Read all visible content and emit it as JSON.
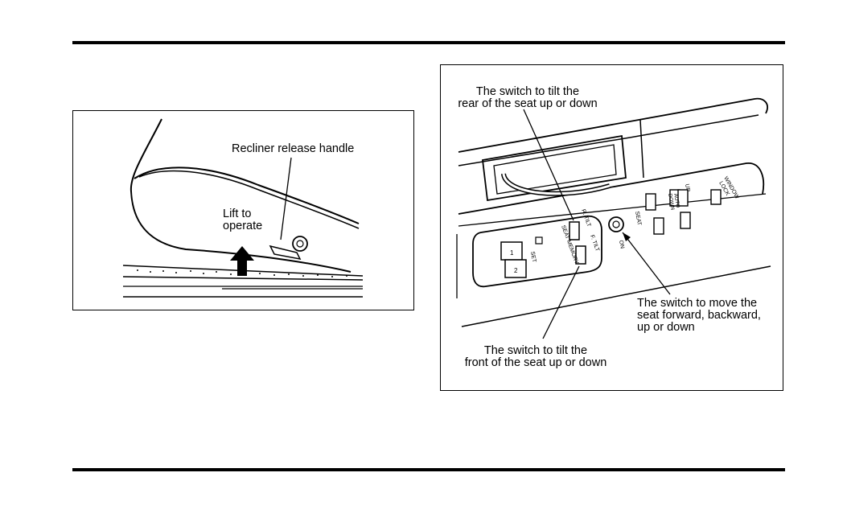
{
  "recliner_figure": {
    "handle_label": "Recliner release handle",
    "lift_label": [
      "Lift to",
      "operate"
    ]
  },
  "seat_control_figure": {
    "rear_tilt_callout": [
      "The switch to tilt the",
      "rear of the seat up or down"
    ],
    "front_tilt_callout": [
      "The switch to tilt the",
      "front of the seat up or down"
    ],
    "power_seat_callout": [
      "The switch to move the",
      "seat forward, backward,",
      "up or down"
    ],
    "panel_labels": {
      "seat_memory": "SEAT MEMORY",
      "set": "SET",
      "memory_1": "1",
      "memory_2": "2",
      "r_tilt": "R. TILT",
      "f_tilt": "F. TILT",
      "seat": "SEAT",
      "on": "ON",
      "window_lock": "WINDOW",
      "lock": "LOCK",
      "up": "UP",
      "auto": "AUTO",
      "down": "DOWN"
    }
  }
}
